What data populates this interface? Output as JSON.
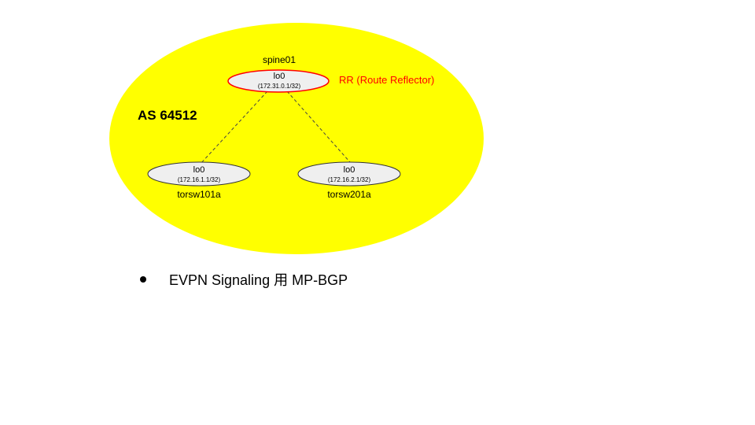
{
  "as_label": "AS 64512",
  "rr_label": "RR (Route Reflector)",
  "spine": {
    "hostname": "spine01",
    "iface": "lo0",
    "ip": "(172.31.0.1/32)"
  },
  "leaves": [
    {
      "hostname": "torsw101a",
      "iface": "lo0",
      "ip": "(172.16.1.1/32)"
    },
    {
      "hostname": "torsw201a",
      "iface": "lo0",
      "ip": "(172.16.2.1/32)"
    }
  ],
  "bullets": [
    "EVPN Signaling 用 MP-BGP"
  ],
  "colors": {
    "as_fill": "#ffff00",
    "node_fill": "#efefef",
    "rr_outline": "#ff0000",
    "rr_text": "#ff0000"
  }
}
